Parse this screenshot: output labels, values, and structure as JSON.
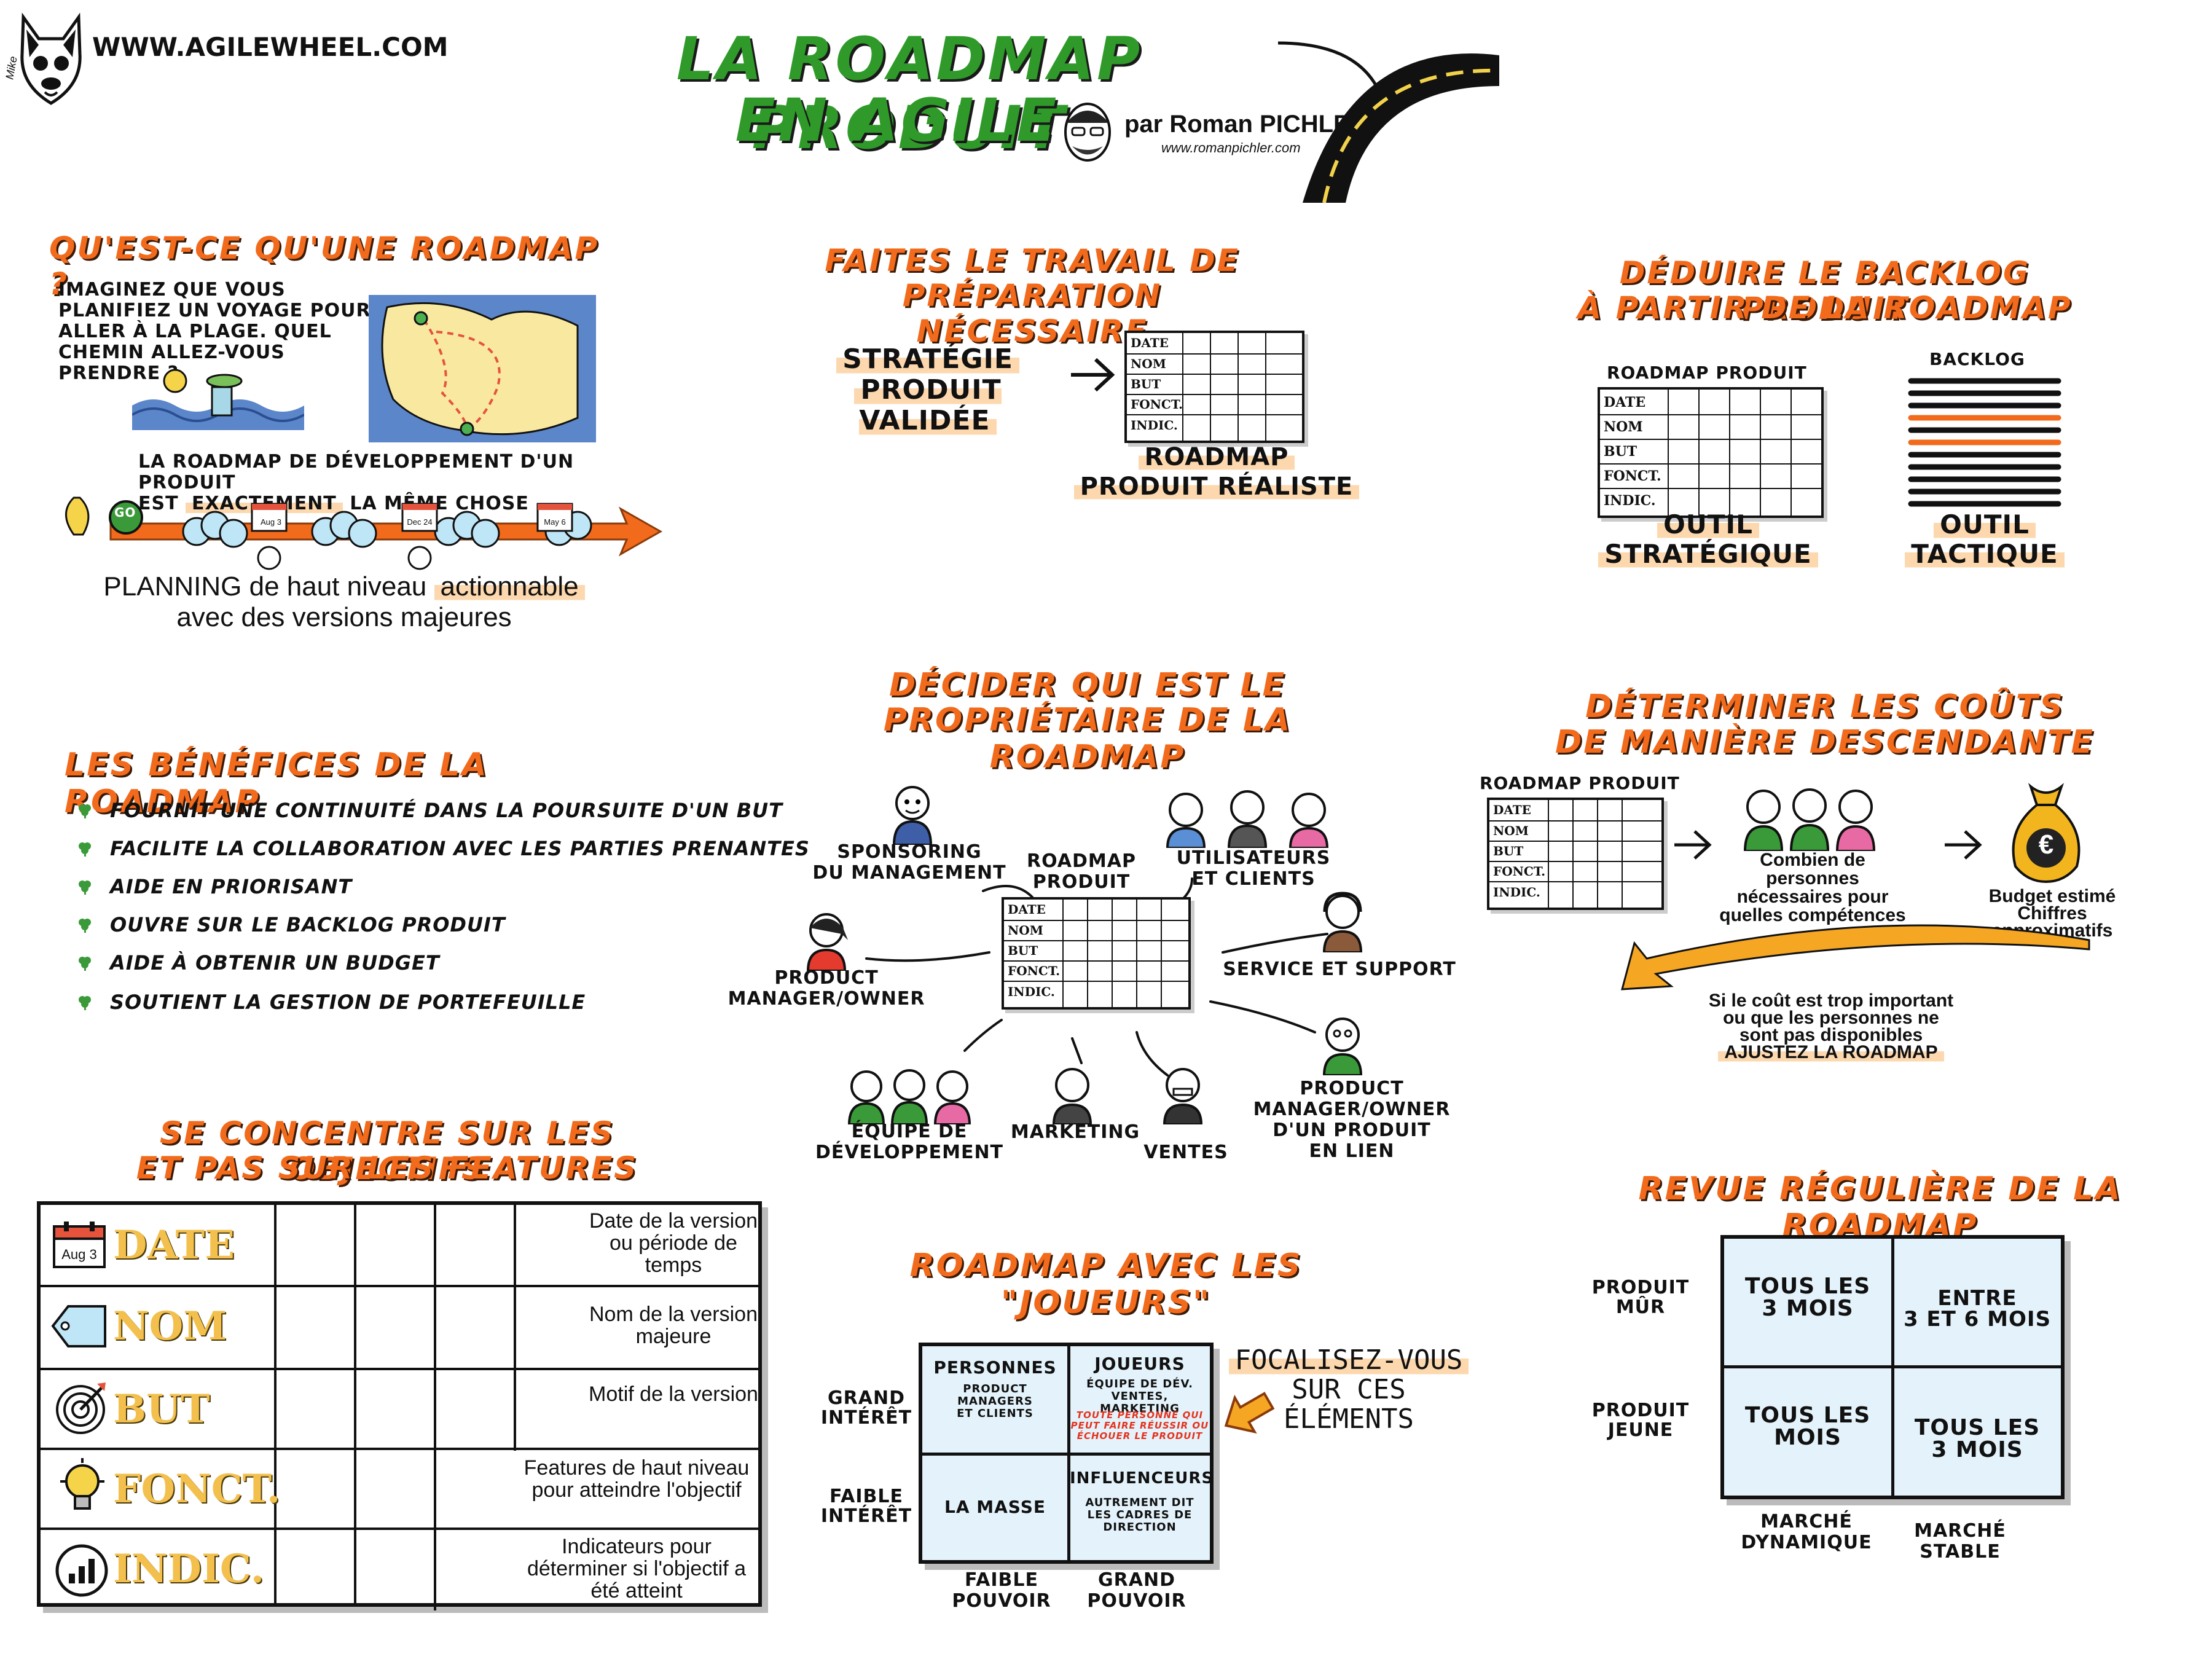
{
  "header": {
    "site": "WWW.AGILEWHEEL.COM",
    "logo_signature": "Mike",
    "title_line1": "LA ROADMAP PRODUIT",
    "title_line2": "EN AGILE",
    "author": "par Roman PICHLER",
    "author_site": "www.romanpichler.com"
  },
  "roadmap_def": {
    "title": "QU'EST-CE QU'UNE ROADMAP ?",
    "question": "IMAGINEZ QUE VOUS PLANIFIEZ UN VOYAGE POUR ALLER À LA PLAGE. QUEL CHEMIN ALLEZ-VOUS PRENDRE ?",
    "statement_a": "LA ROADMAP DE DÉVELOPPEMENT D'UN PRODUIT",
    "statement_b": "EST",
    "statement_c": "EXACTEMENT",
    "statement_d": "LA MÊME CHOSE",
    "go": "GO",
    "dates": [
      "Aug 3",
      "Dec 24",
      "May 6"
    ],
    "planning_a": "PLANNING",
    "planning_b": "de haut niveau",
    "planning_c": "actionnable",
    "planning_d": "avec des versions majeures"
  },
  "prep": {
    "title_1": "FAITES LE TRAVAIL DE",
    "title_2": "PRÉPARATION NÉCESSAIRE",
    "strategy_1": "STRATÉGIE",
    "strategy_2": "PRODUIT VALIDÉE",
    "result_1": "ROADMAP",
    "result_2": "PRODUIT RÉALISTE"
  },
  "backlog": {
    "title_1": "DÉDUIRE LE BACKLOG PRODUIT",
    "title_2": "À PARTIR DE LA ROADMAP",
    "roadmap_label": "ROADMAP PRODUIT",
    "backlog_label": "BACKLOG",
    "tool_strat_1": "OUTIL",
    "tool_strat_2": "STRATÉGIQUE",
    "tool_tact_1": "OUTIL",
    "tool_tact_2": "TACTIQUE"
  },
  "mini_rows": [
    "DATE",
    "NOM",
    "BUT",
    "FONCT.",
    "INDIC."
  ],
  "benefits": {
    "title": "LES BÉNÉFICES DE LA ROADMAP",
    "items": [
      "FOURNIT UNE CONTINUITÉ DANS LA POURSUITE D'UN BUT",
      "FACILITE LA COLLABORATION AVEC LES PARTIES PRENANTES",
      "AIDE EN PRIORISANT",
      "OUVRE SUR LE BACKLOG PRODUIT",
      "AIDE À OBTENIR UN BUDGET",
      "SOUTIENT LA GESTION DE PORTEFEUILLE"
    ]
  },
  "owner": {
    "title_1": "DÉCIDER QUI EST LE",
    "title_2": "PROPRIÉTAIRE DE LA ROADMAP",
    "center_1": "ROADMAP",
    "center_2": "PRODUIT",
    "sponsoring_1": "SPONSORING",
    "sponsoring_2": "DU MANAGEMENT",
    "users_1": "UTILISATEURS",
    "users_2": "ET CLIENTS",
    "pm_1": "PRODUCT",
    "pm_2": "MANAGER/OWNER",
    "service": "SERVICE ET SUPPORT",
    "dev_1": "ÉQUIPE DE",
    "dev_2": "DÉVELOPPEMENT",
    "marketing": "MARKETING",
    "sales": "VENTES",
    "linked_1": "PRODUCT",
    "linked_2": "MANAGER/OWNER",
    "linked_3": "D'UN PRODUIT",
    "linked_4": "EN LIEN"
  },
  "costs": {
    "title_1": "DÉTERMINER LES COÛTS",
    "title_2": "DE MANIÈRE DESCENDANTE",
    "roadmap_label": "ROADMAP PRODUIT",
    "people_1": "Combien de",
    "people_2": "personnes",
    "people_3": "nécessaires pour",
    "people_4": "quelles compétences",
    "budget_1": "Budget estimé",
    "budget_2": "Chiffres",
    "budget_3": "approximatifs",
    "euro": "€",
    "adjust_1": "Si le coût est trop important",
    "adjust_2": "ou que les personnes ne",
    "adjust_3": "sont pas disponibles",
    "adjust_4": "AJUSTEZ LA ROADMAP"
  },
  "goals": {
    "title_1": "SE CONCENTRE SUR LES OBJECTIFS",
    "title_2": "ET PAS SUR LES FEATURES",
    "icon_date": "Aug 3",
    "rows": [
      {
        "label": "DATE",
        "desc": "Date de la version ou période de temps"
      },
      {
        "label": "NOM",
        "desc": "Nom de la version majeure"
      },
      {
        "label": "BUT",
        "desc": "Motif de la version"
      },
      {
        "label": "FONCT.",
        "desc": "Features de haut niveau pour atteindre l'objectif"
      },
      {
        "label": "INDIC.",
        "desc": "Indicateurs pour déterminer si l'objectif a été atteint"
      }
    ]
  },
  "players": {
    "title": "ROADMAP AVEC LES \"JOUEURS\"",
    "high_interest_1": "GRAND",
    "high_interest_2": "INTÉRÊT",
    "low_interest_1": "FAIBLE",
    "low_interest_2": "INTÉRÊT",
    "low_power_1": "FAIBLE",
    "low_power_2": "POUVOIR",
    "high_power_1": "GRAND",
    "high_power_2": "POUVOIR",
    "q_people": "PERSONNES",
    "q_people_sub_1": "PRODUCT",
    "q_people_sub_2": "MANAGERS",
    "q_people_sub_3": "ET CLIENTS",
    "q_players": "JOUEURS",
    "q_players_sub_1": "ÉQUIPE DE DÉV.",
    "q_players_sub_2": "VENTES, MARKETING",
    "q_players_red_1": "TOUTE PERSONNE QUI",
    "q_players_red_2": "PEUT FAIRE RÉUSSIR OU",
    "q_players_red_3": "ÉCHOUER LE PRODUIT",
    "q_mass": "LA MASSE",
    "q_influencers": "INFLUENCEURS",
    "q_influencers_sub_1": "AUTREMENT DIT",
    "q_influencers_sub_2": "LES CADRES DE",
    "q_influencers_sub_3": "DIRECTION",
    "focus_1": "FOCALISEZ-VOUS",
    "focus_2": "SUR CES",
    "focus_3": "ÉLÉMENTS"
  },
  "review": {
    "title": "REVUE RÉGULIÈRE DE LA ROADMAP",
    "mature_1": "PRODUIT",
    "mature_2": "MÛR",
    "young_1": "PRODUIT",
    "young_2": "JEUNE",
    "dynamic_1": "MARCHÉ",
    "dynamic_2": "DYNAMIQUE",
    "stable_1": "MARCHÉ",
    "stable_2": "STABLE",
    "q1_1": "TOUS LES",
    "q1_2": "3 MOIS",
    "q2_1": "ENTRE",
    "q2_2": "3 ET 6 MOIS",
    "q3_1": "TOUS LES",
    "q3_2": "MOIS",
    "q4_1": "TOUS LES",
    "q4_2": "3 MOIS"
  }
}
